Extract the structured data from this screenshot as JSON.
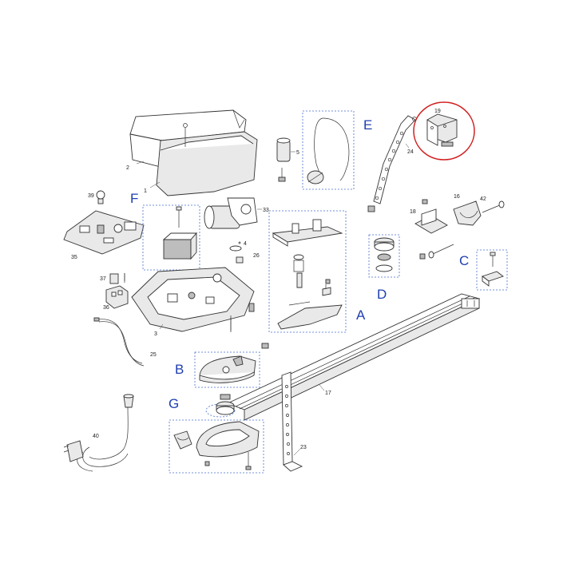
{
  "colors": {
    "group_letter": "#1f3fb0",
    "group_box": "#4a6fd0",
    "highlight_circle": "#d01f1f",
    "line": "#333333"
  },
  "groups": {
    "A": "A",
    "B": "B",
    "C": "C",
    "D": "D",
    "E": "E",
    "F": "F",
    "G": "G"
  },
  "parts": {
    "p1": "1",
    "p2": "2",
    "p3": "3",
    "p4": "4",
    "p5": "5",
    "p16": "16",
    "p17": "17",
    "p18": "18",
    "p19": "19",
    "p23": "23",
    "p24": "24",
    "p25": "25",
    "p26": "26",
    "p33": "33",
    "p35": "35",
    "p36": "36",
    "p37": "37",
    "p39": "39",
    "p40": "40",
    "p42": "42"
  },
  "highlight": {
    "part": "19"
  }
}
